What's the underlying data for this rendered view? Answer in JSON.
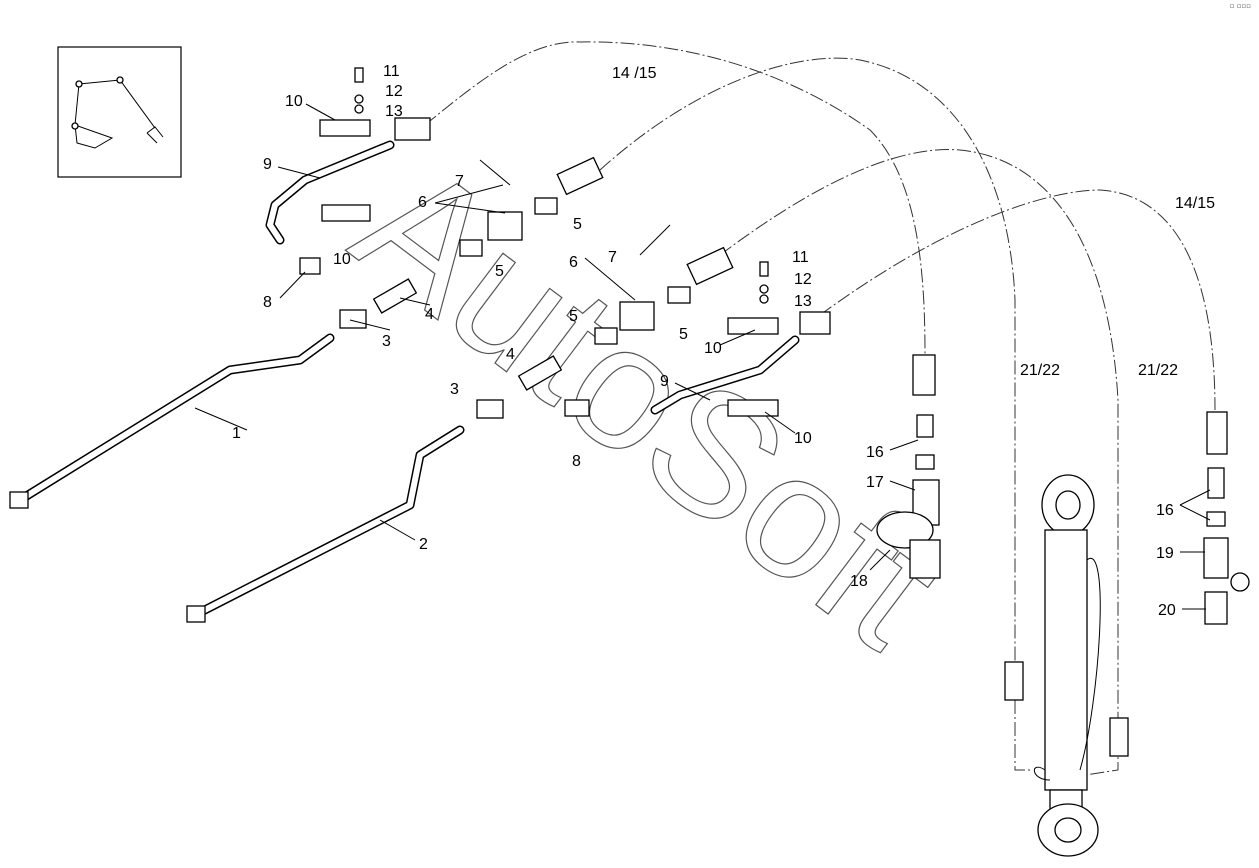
{
  "corner_mark": "▫ ▫▫▫",
  "watermark": "AutoSoft",
  "inset_icon": "excavator-boom-icon",
  "callouts": [
    "11",
    "12",
    "13",
    "10",
    "9",
    "14 /15",
    "7",
    "6",
    "5",
    "10",
    "5",
    "8",
    "4",
    "3",
    "1",
    "7",
    "6",
    "5",
    "5",
    "4",
    "3",
    "9",
    "8",
    "10",
    "10",
    "11",
    "12",
    "13",
    "14/15",
    "21/22",
    "21/22",
    "16",
    "17",
    "18",
    "2",
    "16",
    "19",
    "20"
  ]
}
